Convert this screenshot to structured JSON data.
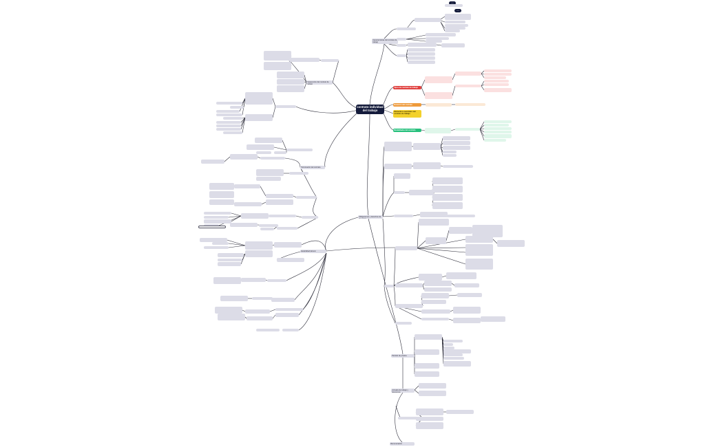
{
  "root": {
    "title": "contrato individual del trabajo"
  },
  "branches": {
    "top": {
      "label": "Características del contrato de trabajo",
      "badges": [
        "····",
        "····"
      ]
    },
    "red": {
      "label": "Tipos de contrato de trabajo"
    },
    "orange": {
      "label": "Duración del contrato"
    },
    "yellow": {
      "label": "Elementos esenciales del contrato de trabajo"
    },
    "green": {
      "label": "Modalidades del contrato"
    },
    "right_main": {
      "label": "Obligaciones y derechos de las partes"
    },
    "left_top": {
      "label": "Suspensión del contrato de trabajo"
    },
    "left_mid": {
      "label": "Terminación del contrato"
    },
    "left_low": {
      "label": "Estabilidad laboral"
    },
    "bottom_a": {
      "label": "Periodo de prueba"
    },
    "bottom_b": {
      "label": "Jornada de trabajo y descansos"
    },
    "bottom_c": {
      "label": "Remuneración"
    }
  }
}
